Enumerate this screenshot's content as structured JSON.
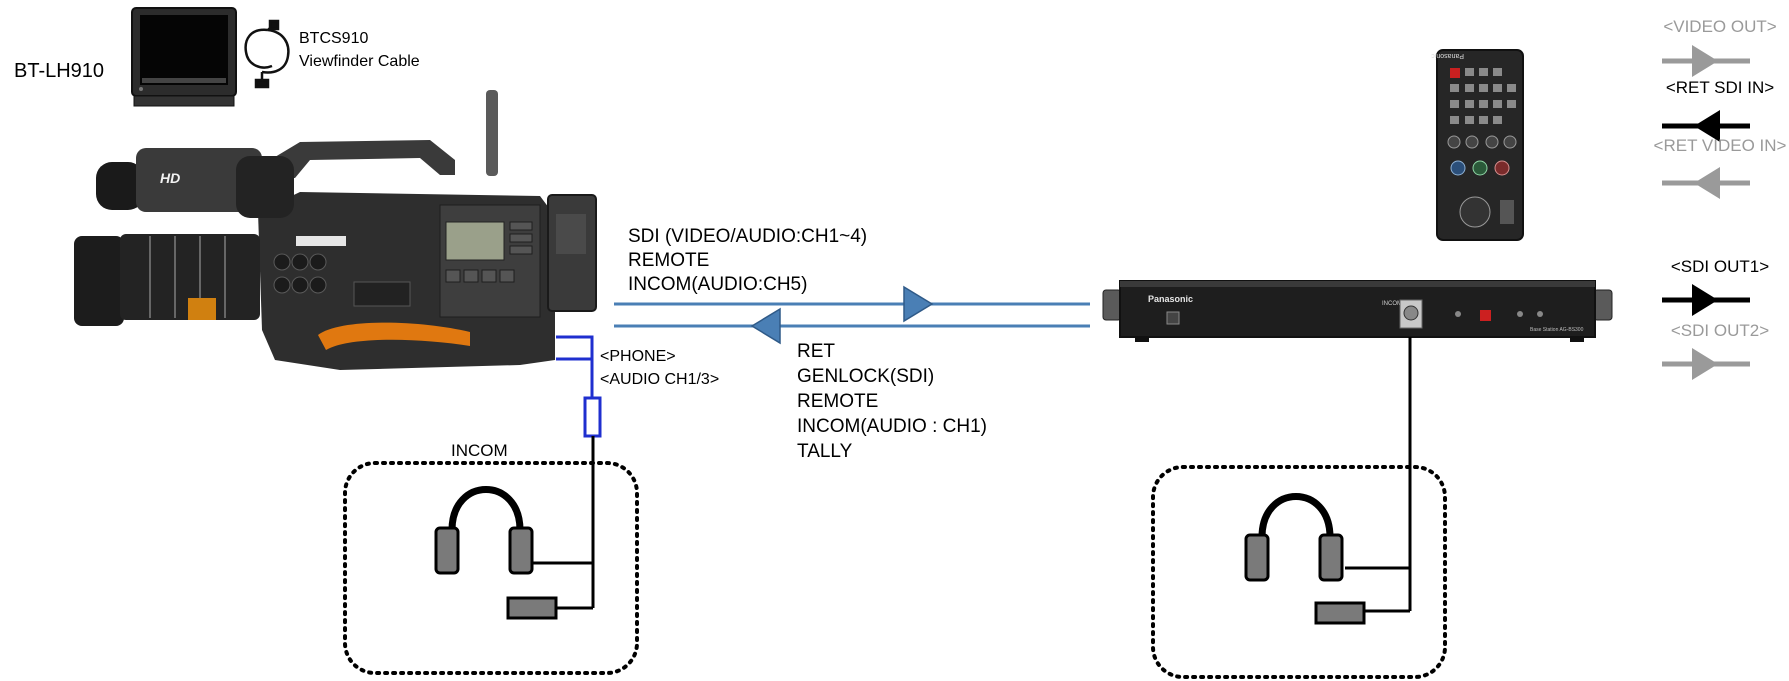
{
  "viewfinder": {
    "model": "BT-LH910",
    "cable_name": "BTCS910",
    "cable_desc": "Viewfinder Cable"
  },
  "forward_link": {
    "line1": "SDI (VIDEO/AUDIO:CH1~4)",
    "line2": "REMOTE",
    "line3": "INCOM(AUDIO:CH5)"
  },
  "return_link": {
    "line1": "RET",
    "line2": "GENLOCK(SDI)",
    "line3": "REMOTE",
    "line4": "INCOM(AUDIO : CH1)",
    "line5": "TALLY"
  },
  "camera_ports": {
    "phone": "<PHONE>",
    "audio": "<AUDIO CH1/3>"
  },
  "incom_label": "INCOM",
  "base_station": {
    "brand": "Panasonic",
    "incom_port": "INCOM",
    "model_text": "Base Station  AG-BS300"
  },
  "remote_panel": {
    "brand": "Panasonic"
  },
  "camera": {
    "badge": "HD"
  },
  "outputs": [
    {
      "label": "<VIDEO OUT>",
      "direction": "out",
      "color": "#9a9a9a"
    },
    {
      "label": "<RET SDI IN>",
      "direction": "in",
      "color": "#000000"
    },
    {
      "label": "<RET VIDEO IN>",
      "direction": "in",
      "color": "#9a9a9a"
    },
    {
      "label": "<SDI OUT1>",
      "direction": "out",
      "color": "#000000"
    },
    {
      "label": "<SDI OUT2>",
      "direction": "out",
      "color": "#9a9a9a"
    }
  ],
  "colors": {
    "link_line": "#4a7fb5",
    "link_arrow": "#4a7fb5",
    "connector": "#1f2fcf",
    "cable": "#000000",
    "headset": "#7a7a7a",
    "muted_text": "#9a9a9a"
  }
}
